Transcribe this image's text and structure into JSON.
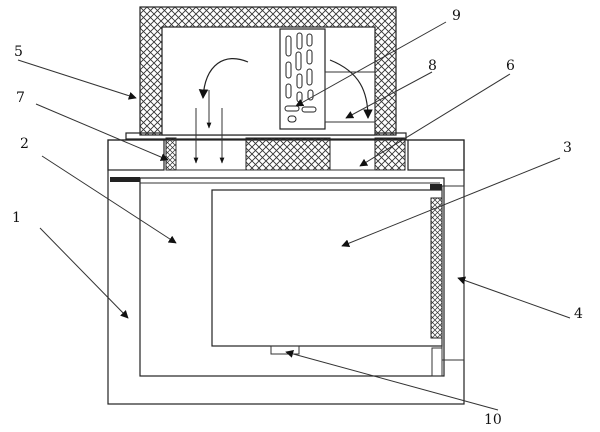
{
  "diagram": {
    "callouts": [
      {
        "id": "c1",
        "text": "1"
      },
      {
        "id": "c2",
        "text": "2"
      },
      {
        "id": "c3",
        "text": "3"
      },
      {
        "id": "c4",
        "text": "4"
      },
      {
        "id": "c5",
        "text": "5"
      },
      {
        "id": "c6",
        "text": "6"
      },
      {
        "id": "c7",
        "text": "7"
      },
      {
        "id": "c8",
        "text": "8"
      },
      {
        "id": "c9",
        "text": "9"
      },
      {
        "id": "c10",
        "text": "10"
      }
    ],
    "colors": {
      "line": "#222222",
      "hatch": "#333333",
      "background": "#ffffff"
    }
  }
}
